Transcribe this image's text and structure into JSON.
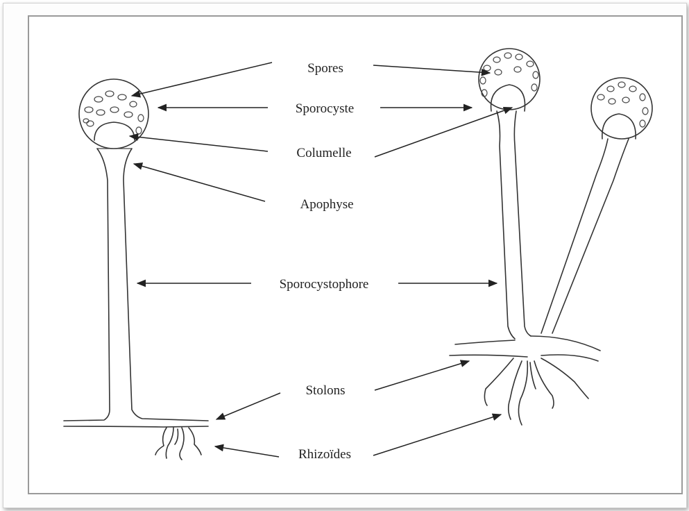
{
  "labels": {
    "spores": "Spores",
    "sporocyste": "Sporocyste",
    "columelle": "Columelle",
    "apophyse": "Apophyse",
    "sporocystophore": "Sporocystophore",
    "stolons": "Stolons",
    "rhizoides": "Rhizoïdes"
  }
}
